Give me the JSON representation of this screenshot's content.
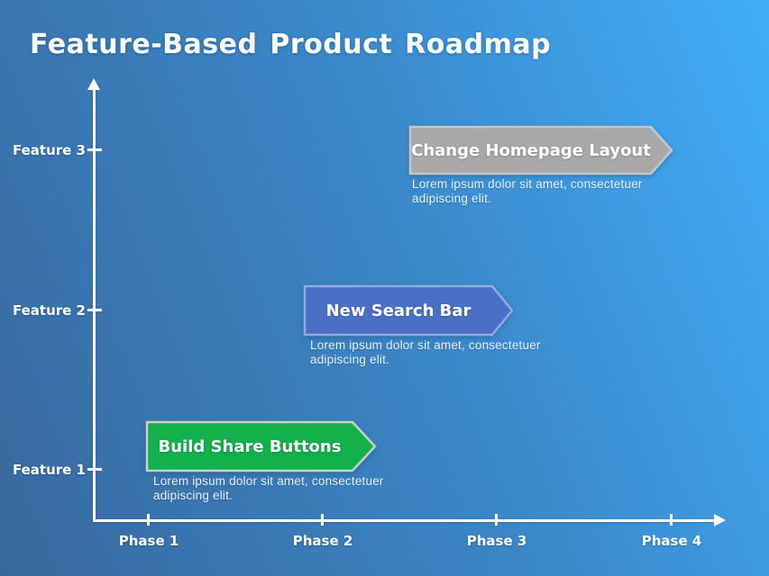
{
  "slide": {
    "title": "Feature-Based Product Roadmap"
  },
  "axes": {
    "x": {
      "labels": [
        "Phase 1",
        "Phase 2",
        "Phase 3",
        "Phase 4"
      ]
    },
    "y": {
      "labels": [
        "Feature 1",
        "Feature 2",
        "Feature 3"
      ]
    }
  },
  "milestones": [
    {
      "label": "Change Homepage Layout",
      "description": "Lorem ipsum dolor sit amet, consectetuer adipiscing elit.",
      "row": "Feature 3",
      "phase_start": "Phase 3",
      "phase_end": "Phase 4",
      "fill": "#a8a8a8",
      "stroke": "#c6c6c6"
    },
    {
      "label": "New Search Bar",
      "description": "Lorem ipsum dolor sit amet, consectetuer adipiscing elit.",
      "row": "Feature 2",
      "phase_start": "Phase 2",
      "phase_end": "Phase 3",
      "fill": "#4a70c6",
      "stroke": "#92aade"
    },
    {
      "label": "Build Share Buttons",
      "description": "Lorem ipsum dolor sit amet, consectetuer adipiscing elit.",
      "row": "Feature 1",
      "phase_start": "Phase 1",
      "phase_end": "Phase 2",
      "fill": "#12b14c",
      "stroke": "#c8d0c8"
    }
  ],
  "colors": {
    "background_dark": "#38689e",
    "background_light": "#41aef9",
    "axis": "#ffffff",
    "text": "#ffffff"
  }
}
